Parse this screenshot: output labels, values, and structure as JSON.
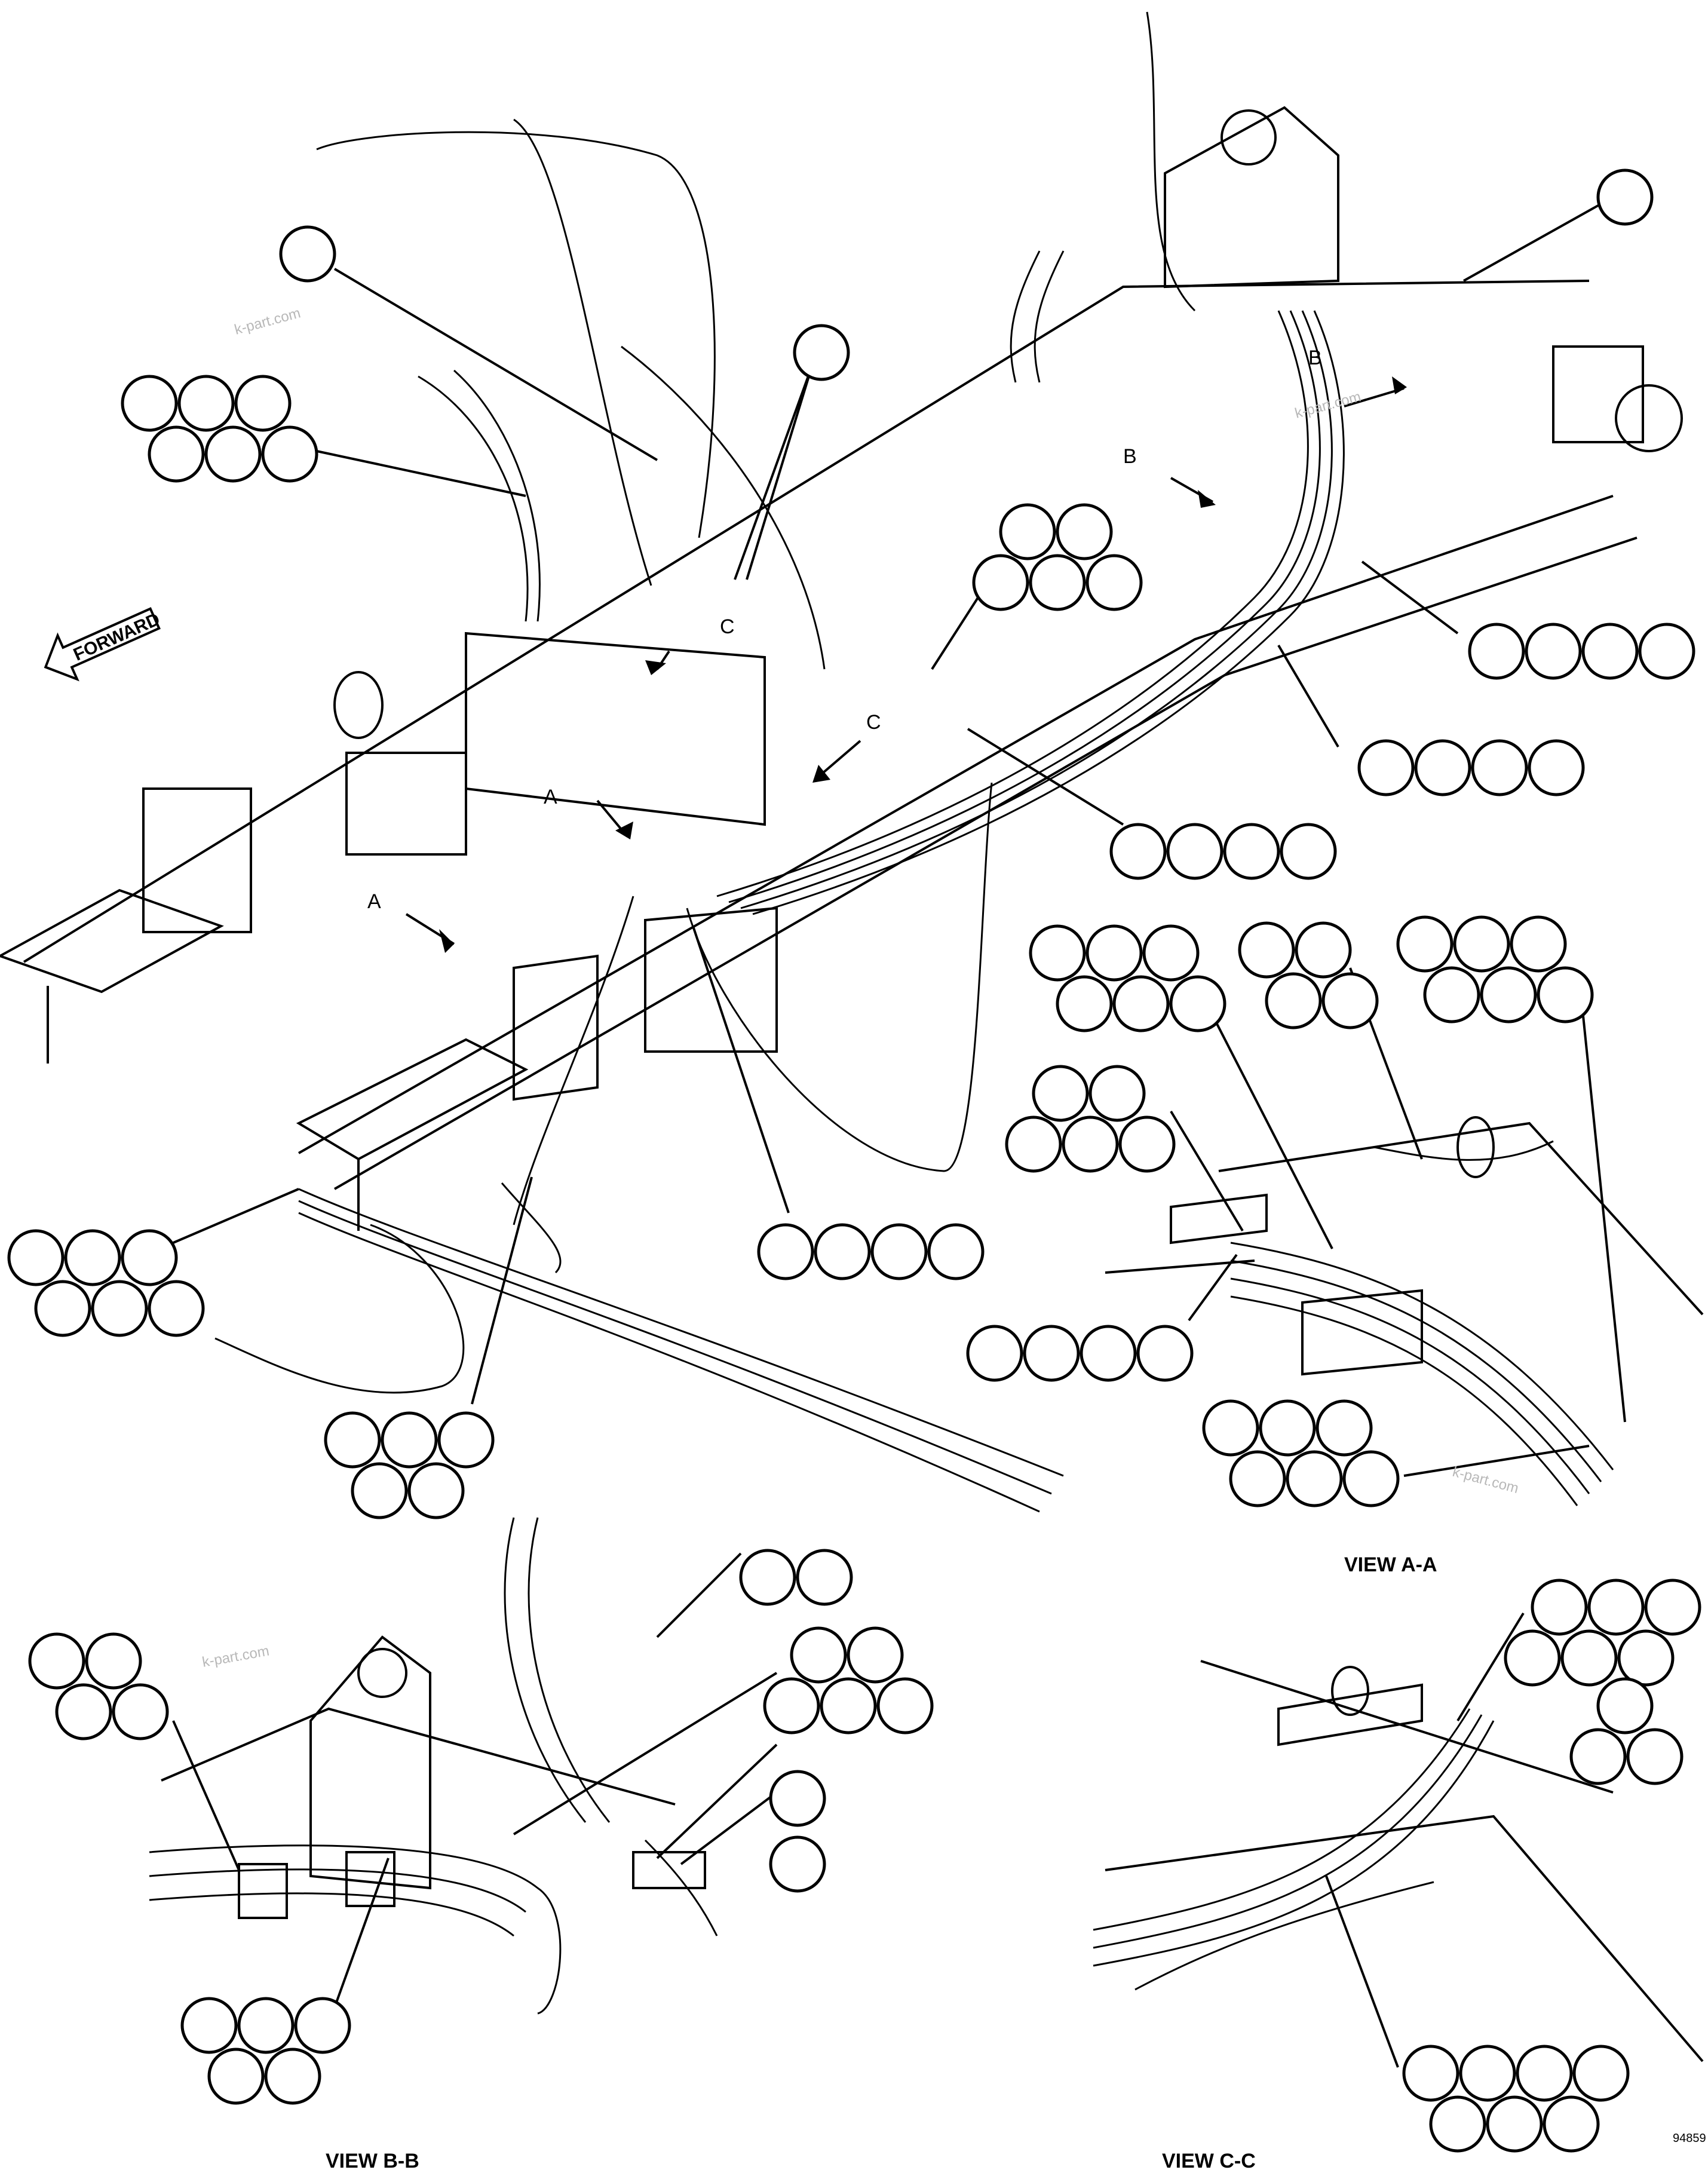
{
  "labels": {
    "forward": "FORWARD",
    "view_aa": "VIEW A-A",
    "view_bb": "VIEW B-B",
    "view_cc": "VIEW C-C",
    "section_a": "A",
    "section_b": "B",
    "section_c": "C",
    "drawing_number": "94859"
  },
  "watermark": "k-part.com"
}
